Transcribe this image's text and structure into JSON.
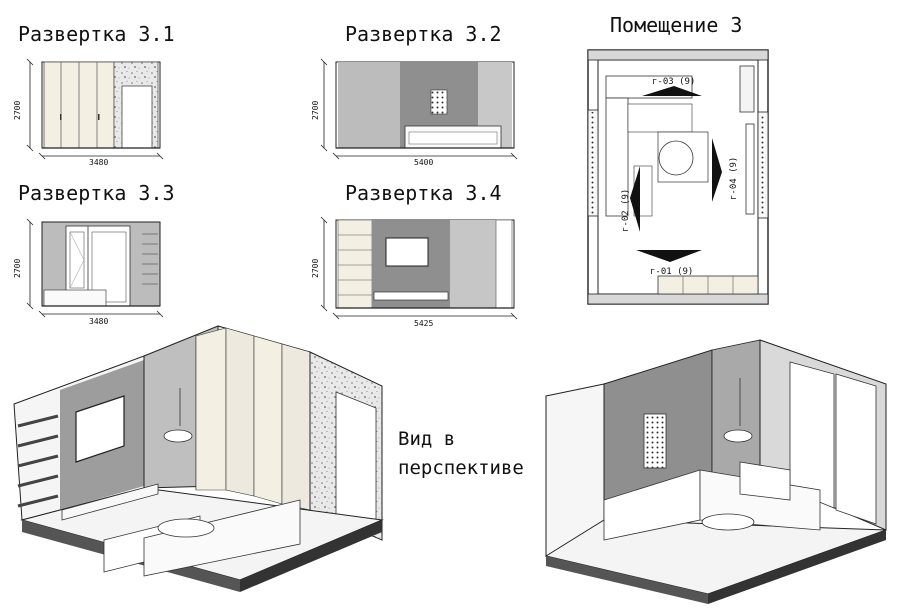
{
  "titles": {
    "elev_1": "Развертка 3.1",
    "elev_2": "Развертка 3.2",
    "elev_3": "Развертка 3.3",
    "elev_4": "Развертка 3.4",
    "room": "Помещение 3",
    "perspective_line1": "Вид в",
    "perspective_line2": "перспективе"
  },
  "dimensions": {
    "elev_1": {
      "height": "2700",
      "width": "3480"
    },
    "elev_2": {
      "height": "2700",
      "width": "5400"
    },
    "elev_3": {
      "height": "2700",
      "width": "3480"
    },
    "elev_4": {
      "height": "2700",
      "width": "5425"
    }
  },
  "plan_markers": {
    "m1": "г-03 (9)",
    "m2": "г-04 (9)",
    "m3": "г-02 (9)",
    "m4": "г-01 (9)"
  },
  "colors": {
    "line": "#222222",
    "wall_light": "#f3efe3",
    "wall_gray": "#bcbcbc",
    "wall_dark": "#8f8f8f",
    "panel_mid": "#a6a6a6"
  }
}
